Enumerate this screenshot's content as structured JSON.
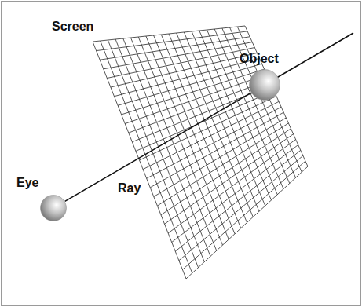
{
  "diagram": {
    "nodes": [
      {
        "text": [
          "Screen"
        ]
      },
      {
        "text": [
          "Object"
        ]
      },
      {
        "text": [
          "Eye"
        ]
      }
    ],
    "edges": [
      {
        "from": 2,
        "to": 1,
        "label": "Ray",
        "arrow": "none"
      }
    ]
  }
}
